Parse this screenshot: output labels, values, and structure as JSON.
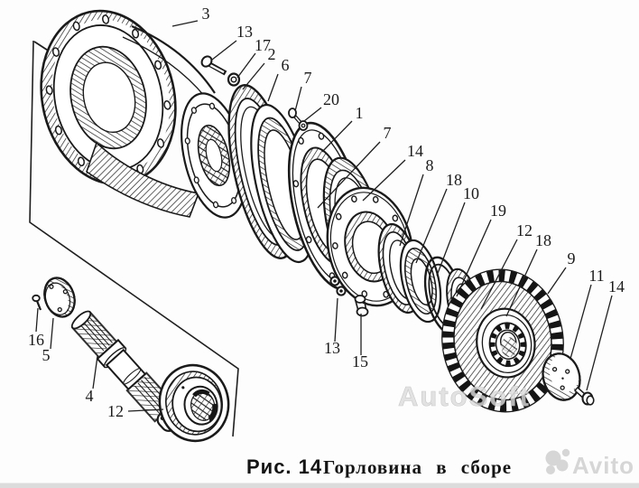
{
  "figure": {
    "fig_label": "Рис. 14",
    "title": "Горловина в сборе"
  },
  "watermarks": {
    "center": "AutoSoft",
    "brand": "Avito"
  },
  "callouts": [
    {
      "num": "3"
    },
    {
      "num": "13"
    },
    {
      "num": "17"
    },
    {
      "num": "2"
    },
    {
      "num": "6"
    },
    {
      "num": "7"
    },
    {
      "num": "20"
    },
    {
      "num": "1"
    },
    {
      "num": "7"
    },
    {
      "num": "14"
    },
    {
      "num": "8"
    },
    {
      "num": "18"
    },
    {
      "num": "10"
    },
    {
      "num": "19"
    },
    {
      "num": "12"
    },
    {
      "num": "18"
    },
    {
      "num": "9"
    },
    {
      "num": "11"
    },
    {
      "num": "14"
    },
    {
      "num": "13"
    },
    {
      "num": "15"
    },
    {
      "num": "16"
    },
    {
      "num": "5"
    },
    {
      "num": "4"
    },
    {
      "num": "12"
    }
  ],
  "colors": {
    "ink": "#1a1a1a",
    "paper": "#fdfdfd",
    "watermark": "#d9d9d9",
    "scan_strip": "#dcdcdc"
  }
}
